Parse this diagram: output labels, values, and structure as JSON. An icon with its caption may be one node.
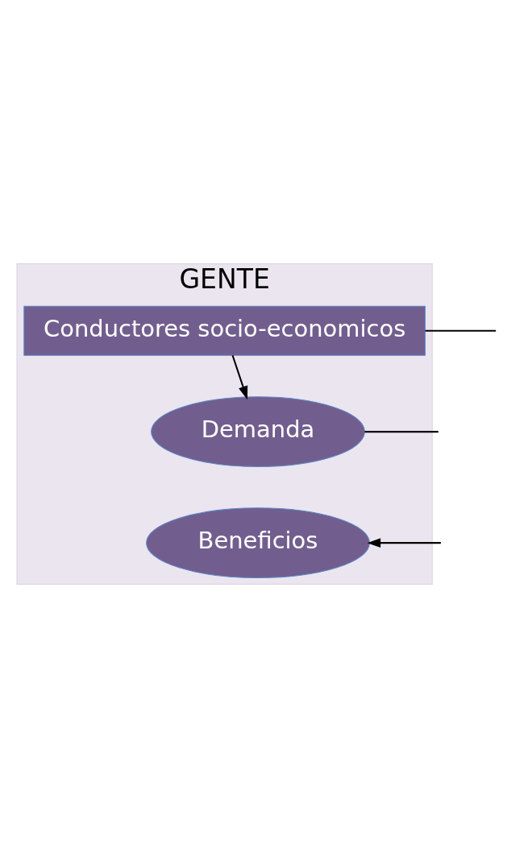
{
  "diagram": {
    "nodes": [
      {
        "text": [
          "GENTE"
        ]
      },
      {
        "text": [
          "Conductores socio-economicos"
        ],
        "in": 0
      },
      {
        "text": [
          "Demanda"
        ],
        "in": 0
      },
      {
        "text": [
          "Beneficios"
        ],
        "in": 0
      }
    ],
    "edges": [
      {
        "from": 1,
        "to": 2,
        "arrow": "to"
      },
      {
        "from": 1,
        "to": null,
        "arrow": "none"
      },
      {
        "from": 2,
        "to": null,
        "arrow": "none"
      },
      {
        "from": null,
        "to": 3,
        "arrow": "to"
      }
    ]
  }
}
